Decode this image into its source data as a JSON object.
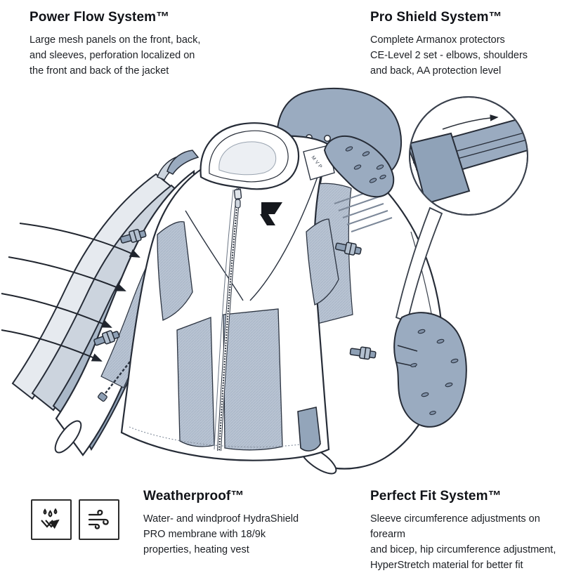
{
  "features": {
    "power_flow": {
      "title": "Power Flow System™",
      "lines": [
        "Large mesh panels on the front, back,",
        "and sleeves, perforation localized on",
        "the front and back of the jacket"
      ]
    },
    "pro_shield": {
      "title": "Pro Shield System™",
      "lines": [
        "Complete Armanox protectors",
        "CE-Level 2 set - elbows, shoulders",
        "and back, AA protection level"
      ]
    },
    "weatherproof": {
      "title": "Weatherproof™",
      "lines": [
        "Water- and windproof HydraShield",
        "PRO membrane with 18/9k",
        "properties, heating vest"
      ],
      "icons": [
        "water-repellent-icon",
        "wind-icon"
      ]
    },
    "perfect_fit": {
      "title": "Perfect Fit System™",
      "lines": [
        "Sleeve circumference adjustments on forearm",
        "and bicep, hip circumference adjustment,",
        "HyperStretch material for better fit"
      ]
    }
  },
  "jacket": {
    "chest_label": "MVP"
  },
  "palette": {
    "outline": "#262c37",
    "protector": "#9aabc0",
    "mesh": "#b9c4d3",
    "layer_lightest": "#e6eaef",
    "layer_light": "#ccd4de",
    "layer_dark": "#aab8c8",
    "layer_darkest": "#8ea0b5",
    "text": "#17191d",
    "background": "#ffffff"
  }
}
